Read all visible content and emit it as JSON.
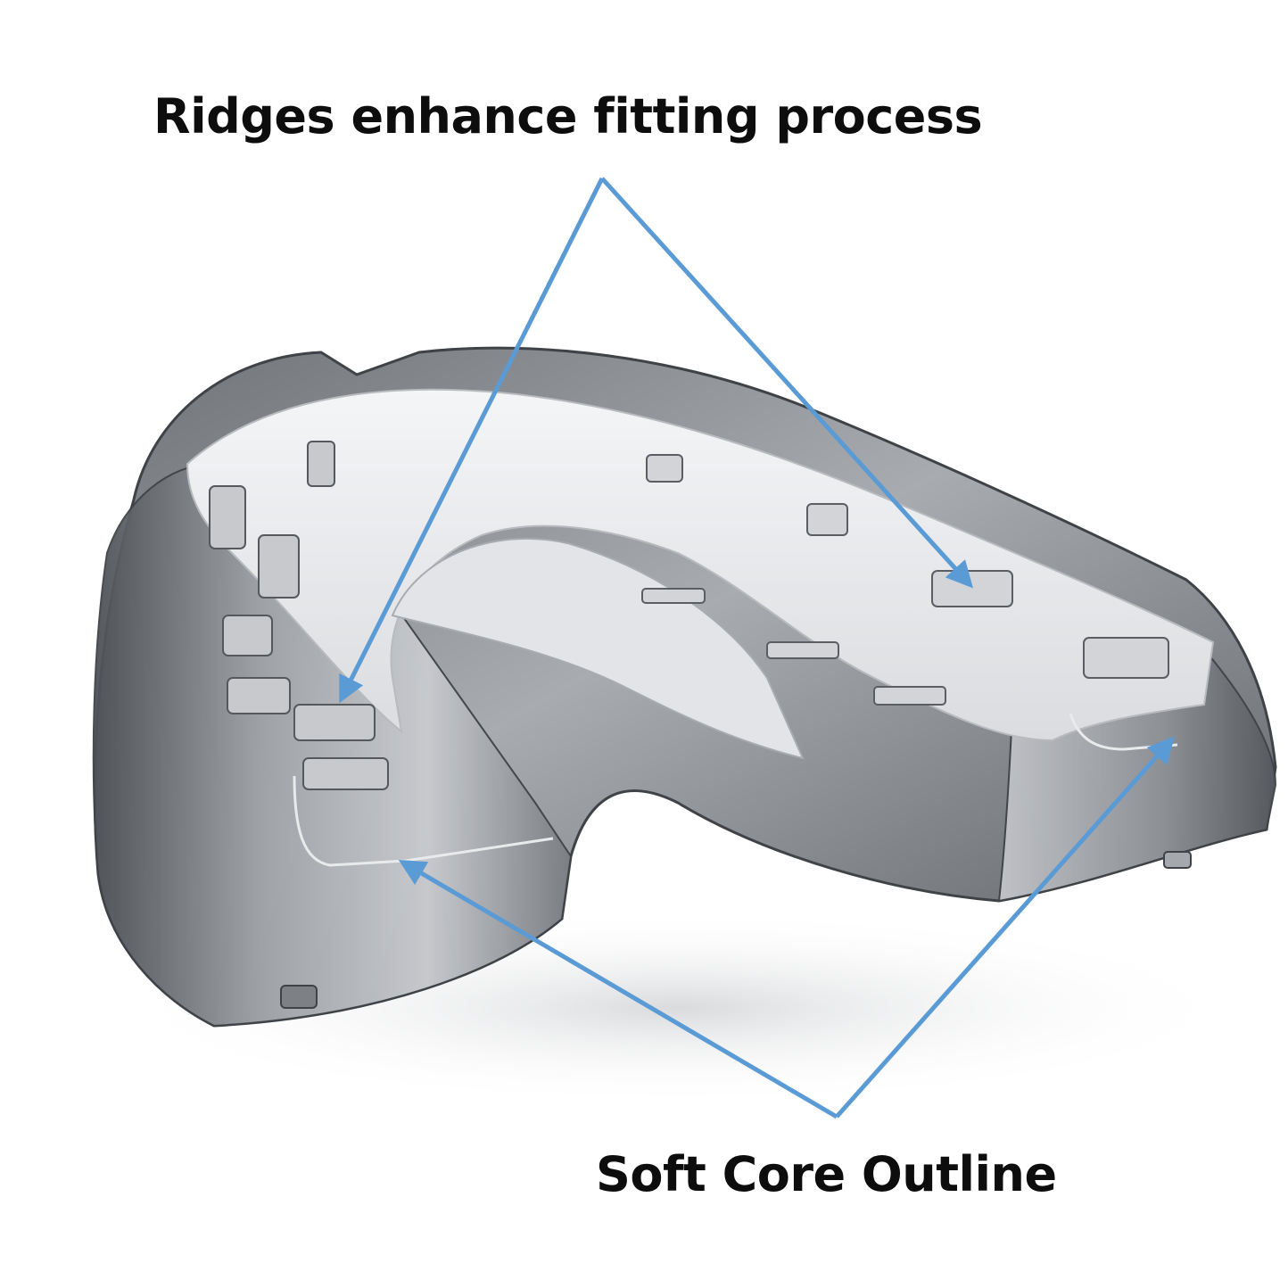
{
  "labels": {
    "ridges": "Ridges enhance fitting process",
    "soft_core": "Soft Core Outline"
  },
  "colors": {
    "background": "#ffffff",
    "arrow": "#5b9bd5",
    "label_text": "#0d0d0d",
    "guard_dark": "#5a5d62",
    "guard_mid": "#9a9da2",
    "guard_light": "#d9dade",
    "inner_core": "#eef0f2"
  },
  "icons": {
    "product": "mouthguard-photo",
    "arrow_head": "arrow-head-icon"
  }
}
